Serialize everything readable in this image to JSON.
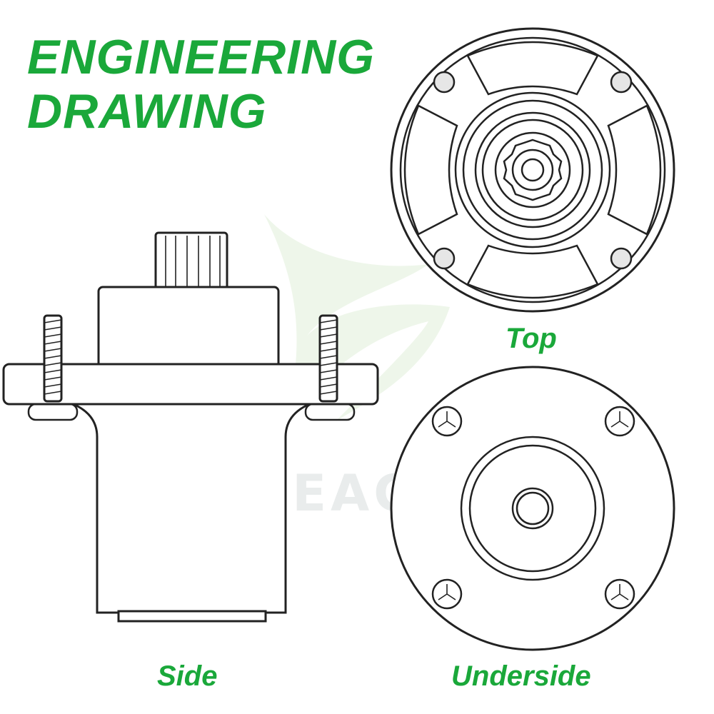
{
  "title": {
    "line1": "ENGINEERING",
    "line2": "DRAWING"
  },
  "views": {
    "top_label": "Top",
    "side_label": "Side",
    "underside_label": "Underside"
  },
  "watermark": {
    "brand": "POSEAGLE",
    "mark": "®"
  },
  "colors": {
    "accent": "#1aa83a",
    "line": "#222222",
    "watermark": "#e9ecec"
  }
}
